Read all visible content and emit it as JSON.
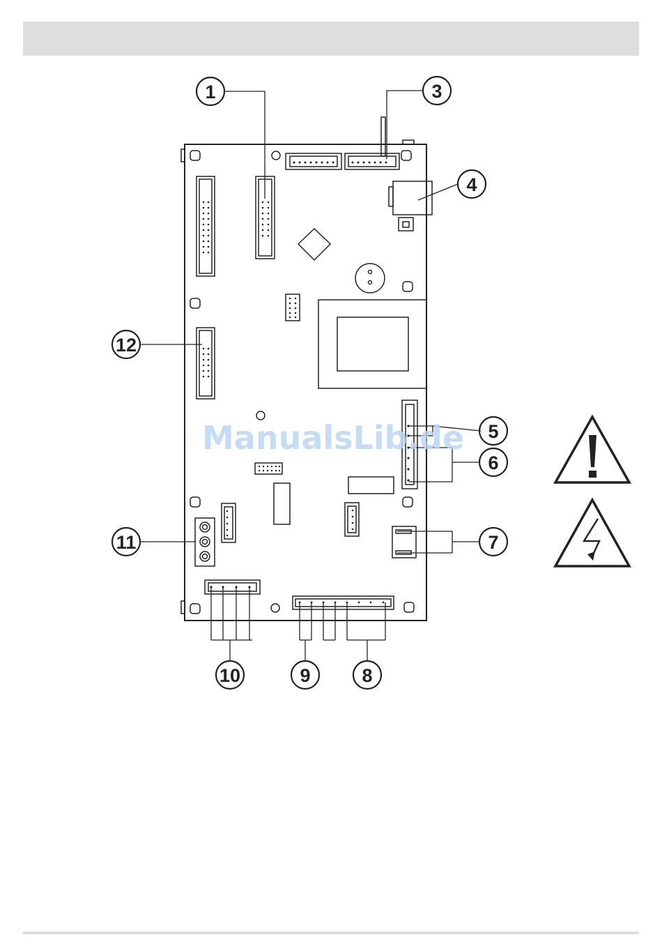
{
  "header": {
    "title": ""
  },
  "watermark": {
    "text": "ManualsLib.de"
  },
  "diagram": {
    "callouts": [
      {
        "id": "c1",
        "label": "1"
      },
      {
        "id": "c3",
        "label": "3"
      },
      {
        "id": "c4",
        "label": "4"
      },
      {
        "id": "c5",
        "label": "5"
      },
      {
        "id": "c6",
        "label": "6"
      },
      {
        "id": "c7",
        "label": "7"
      },
      {
        "id": "c8",
        "label": "8"
      },
      {
        "id": "c9",
        "label": "9"
      },
      {
        "id": "c10",
        "label": "10"
      },
      {
        "id": "c11",
        "label": "11"
      },
      {
        "id": "c12",
        "label": "12"
      }
    ],
    "symbols": [
      {
        "name": "general-warning-icon"
      },
      {
        "name": "electrical-hazard-icon"
      }
    ]
  },
  "colors": {
    "line": "#222222",
    "band": "#dedede",
    "watermark": "#bcd7f3"
  }
}
